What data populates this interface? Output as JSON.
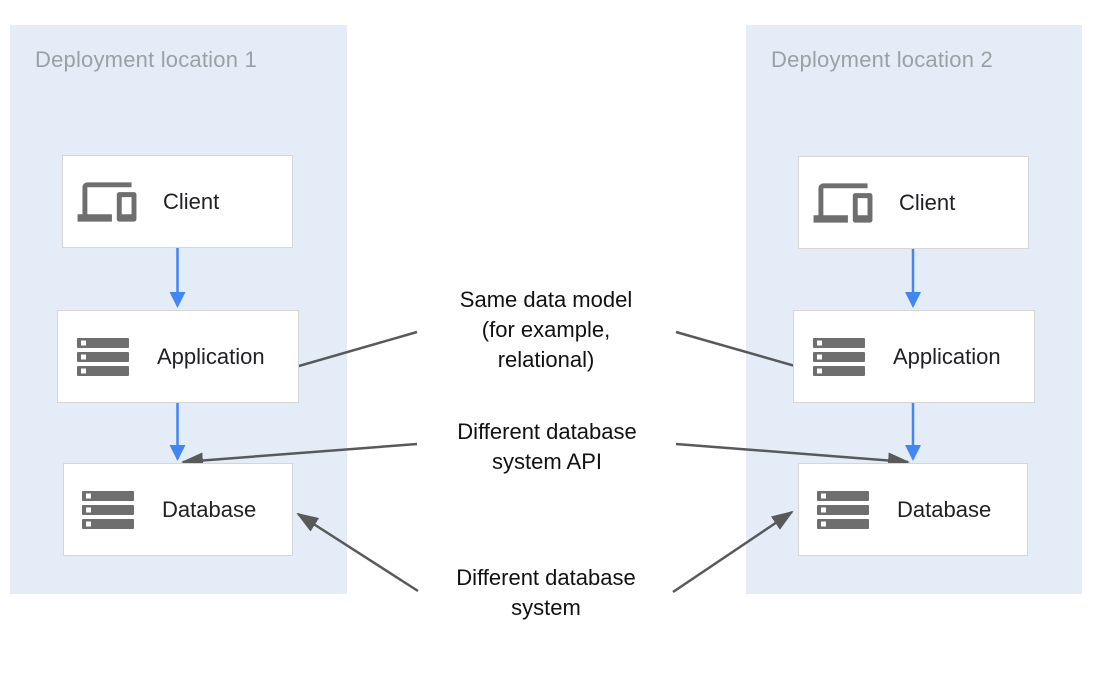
{
  "panels": [
    {
      "title": "Deployment location 1",
      "boxes": [
        {
          "label": "Client",
          "icon": "devices-icon"
        },
        {
          "label": "Application",
          "icon": "server-stack-icon"
        },
        {
          "label": "Database",
          "icon": "server-stack-icon"
        }
      ]
    },
    {
      "title": "Deployment location 2",
      "boxes": [
        {
          "label": "Client",
          "icon": "devices-icon"
        },
        {
          "label": "Application",
          "icon": "server-stack-icon"
        },
        {
          "label": "Database",
          "icon": "server-stack-icon"
        }
      ]
    }
  ],
  "annotations": [
    {
      "text": "Same data model\n(for example,\nrelational)",
      "points_to": "application-to-database-data-model"
    },
    {
      "text": "Different database\nsystem API",
      "points_to": "database-api"
    },
    {
      "text": "Different database\nsystem",
      "points_to": "database-system"
    }
  ],
  "colors": {
    "panel_bg": "#E4EDF7",
    "box_border": "#D6D6D6",
    "box_bg": "#FFFFFF",
    "icon_gray": "#6E6E6E",
    "arrow_gray": "#58595B",
    "arrow_blue": "#4285F4",
    "title_gray": "#9AA0A6",
    "label_dark": "#202124",
    "annotation_black": "#111111"
  }
}
